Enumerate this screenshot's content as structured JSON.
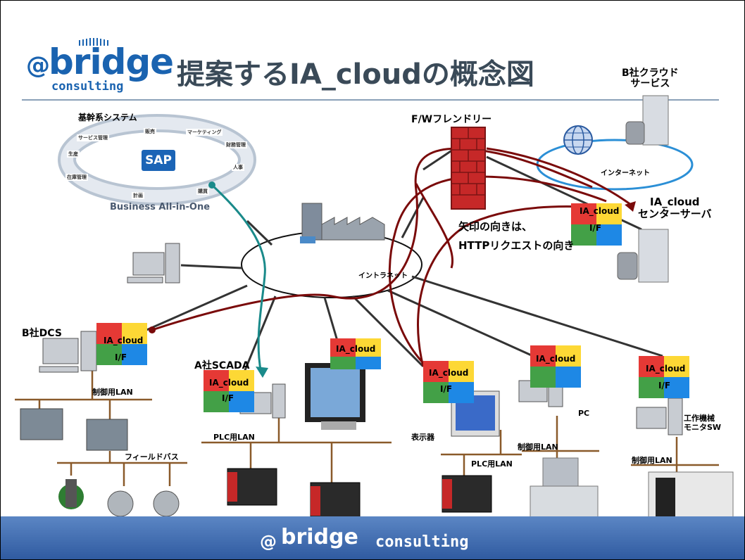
{
  "title": "提案するIA_cloudの概念図",
  "logo": {
    "at": "@",
    "brand": "bridge",
    "sub": "consulting"
  },
  "footer": {
    "at": "@",
    "brand": "bridge",
    "sub": "consulting"
  },
  "labels": {
    "erp_system": "基幹系システム",
    "sap": "SAP",
    "business_all_in_one": "Business All-in-One",
    "firewall": "F/Wフレンドリー",
    "b_cloud_service": "B社クラウド\nサービス",
    "internet": "インターネット",
    "ia_cloud_center": "IA_cloud\nセンターサーバ",
    "arrow_note_1": "矢印の向きは、",
    "arrow_note_2": "HTTPリクエストの向き",
    "intranet": "イントラネット",
    "b_dcs": "B社DCS",
    "a_scada": "A社SCADA",
    "control_lan": "制御用LAN",
    "field_bus": "フィールドバス",
    "plc_lan_1": "PLC用LAN",
    "plc_lan_2": "PLC用LAN",
    "display": "表示器",
    "pc": "PC",
    "control_lan_2": "制御用LAN",
    "control_lan_3": "制御用LAN",
    "machine_monitor": "工作機械\nモニタSW",
    "ia_cloud": "IA_cloud",
    "if": "I/F"
  },
  "sap_modules": [
    "販売",
    "マーケティング",
    "財務管理",
    "人事",
    "購買",
    "計画",
    "在庫管理",
    "生産",
    "サービス管理"
  ],
  "colors": {
    "title": "#3a4a58",
    "brand": "#1a63b0",
    "arrow_red": "#7a0a0a",
    "arrow_teal": "#1a8a8a",
    "internet_ring": "#2b8fd6",
    "footer": "#3a66ad"
  }
}
